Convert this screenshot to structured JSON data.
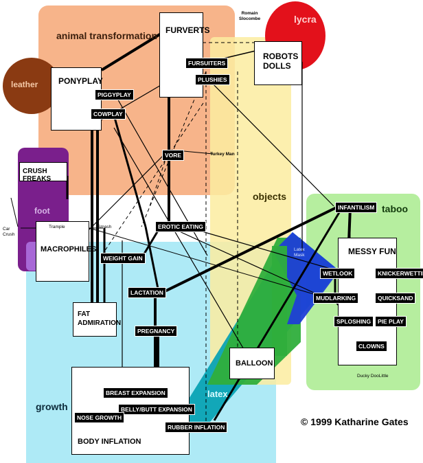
{
  "regions": {
    "animal_transformation": "animal transformation",
    "leather": "leather",
    "lycra": "lycra",
    "foot": "foot",
    "objects": "objects",
    "taboo": "taboo",
    "latex": "latex",
    "growth": "growth"
  },
  "boxes": {
    "furverts": "FURVERTS",
    "robots_dolls": "ROBOTS\nDOLLS",
    "ponyplay": "PONYPLAY",
    "crush_freaks": "CRUSH FREAKS",
    "macrophiles": "MACROPHILES",
    "fat_admiration": "FAT\nADMIRATION",
    "messy_fun": "MESSY FUN",
    "balloon": "BALLOON",
    "body_inflation": "BODY INFLATION"
  },
  "tags": {
    "fursuiters": "FURSUITERS",
    "plushies": "PLUSHIES",
    "piggyplay": "PIGGYPLAY",
    "cowplay": "COWPLAY",
    "vore": "VORE",
    "erotic_eating": "EROTIC EATING",
    "weight_gain": "WEIGHT GAIN",
    "lactation": "LACTATION",
    "pregnancy": "PREGNANCY",
    "breast_expansion": "BREAST EXPANSION",
    "belly_butt_expansion": "BELLY/BUTT EXPANSION",
    "nose_growth": "NOSE GROWTH",
    "rubber_inflation": "RUBBER INFLATION",
    "infantilism": "INFANTILISM",
    "wetlook": "WETLOOK",
    "knickerwetting": "KNICKERWETTING",
    "mudlarking": "MUDLARKING",
    "quicksand": "QUICKSAND",
    "sploshing": "SPLOSHING",
    "pie_play": "PIE PLAY",
    "clowns": "CLOWNS"
  },
  "notes": {
    "romain_slocombe": "Romain\nSlocombe",
    "turkey_man": "Turkey Man",
    "trample": "Trample",
    "smash": "Smash",
    "car_crush": "Car\nCrush",
    "latex_mask": "Latex\nMask",
    "ducky_doolittle": "Ducky DooLittle"
  },
  "copyright": "© 1999 Katharine Gates",
  "colors": {
    "animal_transformation": "#f7b48a",
    "leather": "#8a3a12",
    "lycra": "#e3111b",
    "foot": "#7a1f8c",
    "objects": "#fbe69c",
    "taboo": "#b6ee9f",
    "growth": "#aeeaf6",
    "latex_band_teal": "#0aa3b4",
    "latex_band_green": "#2fae3c",
    "latex_band_blue": "#1f3fd6"
  }
}
